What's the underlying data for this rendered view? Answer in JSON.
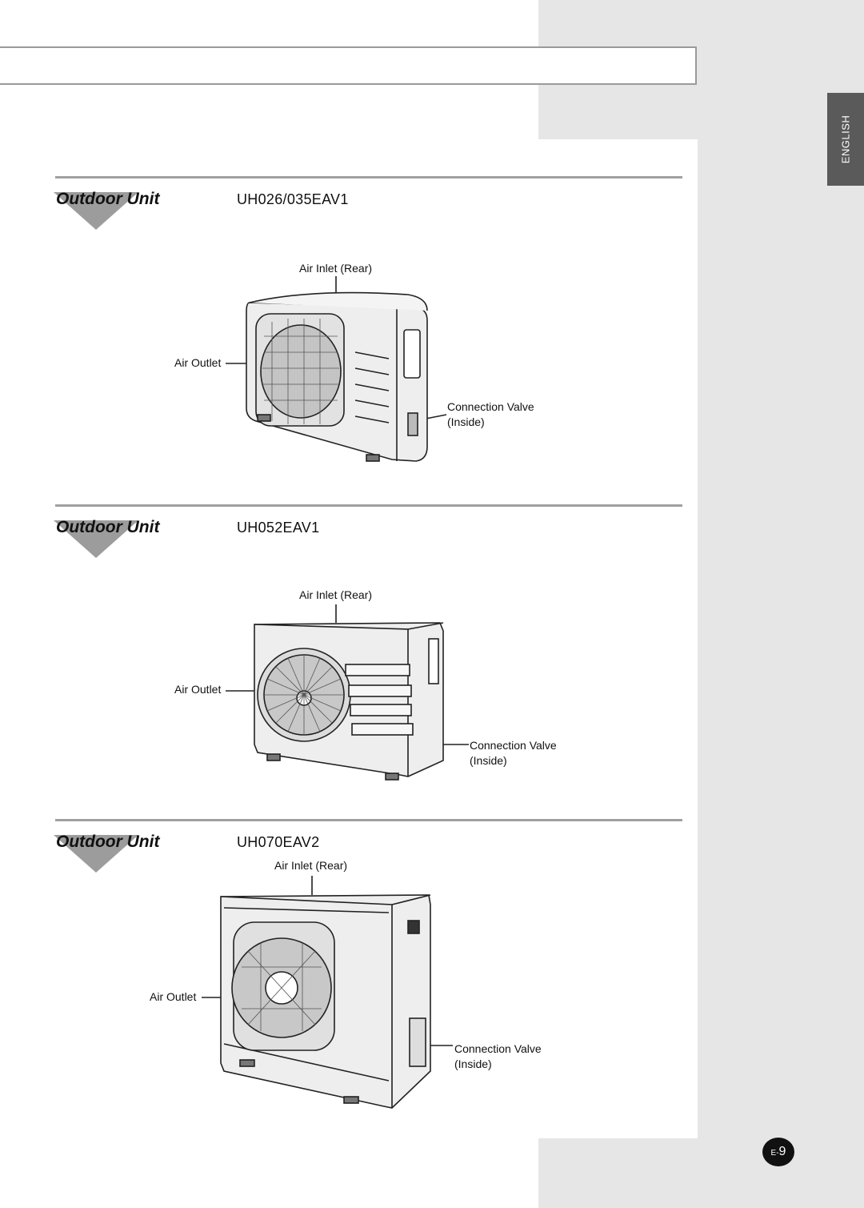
{
  "language_tab": "ENGLISH",
  "sections": [
    {
      "title": "Outdoor Unit",
      "model": "UH026/035EAV1",
      "air_inlet": "Air Inlet (Rear)",
      "air_outlet": "Air Outlet",
      "connection_valve": "Connection Valve",
      "connection_valve_note": "(Inside)"
    },
    {
      "title": "Outdoor Unit",
      "model": "UH052EAV1",
      "air_inlet": "Air Inlet (Rear)",
      "air_outlet": "Air Outlet",
      "connection_valve": "Connection Valve",
      "connection_valve_note": "(Inside)"
    },
    {
      "title": "Outdoor Unit",
      "model": "UH070EAV2",
      "air_inlet": "Air Inlet (Rear)",
      "air_outlet": "Air Outlet",
      "connection_valve": "Connection Valve",
      "connection_valve_note": "(Inside)"
    }
  ],
  "page_number": {
    "prefix": "E-",
    "number": "9"
  }
}
